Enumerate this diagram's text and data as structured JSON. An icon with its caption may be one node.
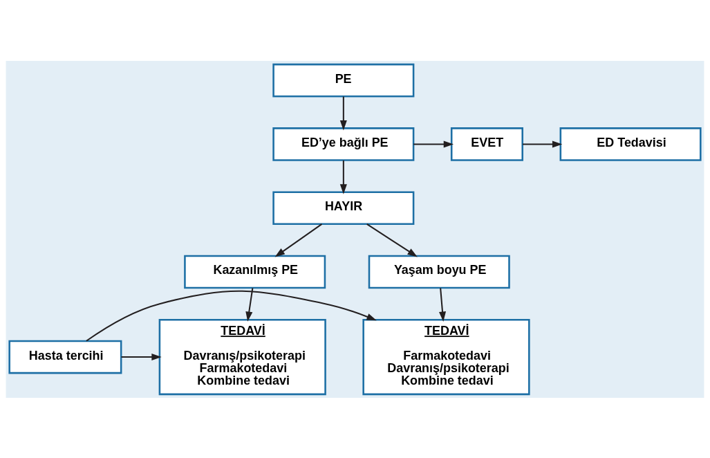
{
  "diagram": {
    "nodes": [
      {
        "text": [
          "PE"
        ]
      },
      {
        "text": [
          "ED’ye bağlı PE"
        ]
      },
      {
        "text": [
          "EVET"
        ]
      },
      {
        "text": [
          "ED Tedavisi"
        ]
      },
      {
        "text": [
          "HAYIR"
        ]
      },
      {
        "text": [
          "Kazanılmış PE"
        ]
      },
      {
        "text": [
          "Yaşam boyu PE"
        ]
      },
      {
        "text": [
          "TEDAVİ",
          "Davranış/psikoterapi",
          "Farmakotedavi",
          "Kombine tedavi"
        ]
      },
      {
        "text": [
          "Hasta tercihi"
        ]
      },
      {
        "text": [
          "TEDAVİ",
          "Farmakotedavi",
          "Davranış/psikoterapi",
          "Kombine tedavi"
        ]
      }
    ],
    "edges": [
      {
        "from": 0,
        "to": 1,
        "arrow": "to"
      },
      {
        "from": 1,
        "to": 2,
        "arrow": "to"
      },
      {
        "from": 2,
        "to": 3,
        "arrow": "to"
      },
      {
        "from": 1,
        "to": 4,
        "arrow": "to"
      },
      {
        "from": 4,
        "to": 5,
        "arrow": "to"
      },
      {
        "from": 4,
        "to": 6,
        "arrow": "to"
      },
      {
        "from": 5,
        "to": 7,
        "arrow": "to"
      },
      {
        "from": 6,
        "to": 9,
        "arrow": "to"
      },
      {
        "from": 8,
        "to": 7,
        "arrow": "to"
      },
      {
        "from": 8,
        "to": 9,
        "arrow": "to"
      }
    ]
  }
}
